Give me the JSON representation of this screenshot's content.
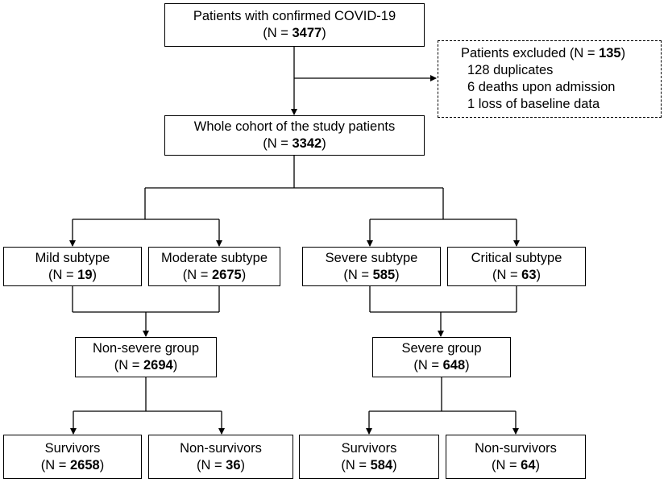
{
  "top": {
    "label": "Patients with confirmed COVID-19",
    "n": "3477"
  },
  "excluded": {
    "label": "Patients excluded",
    "n": "135",
    "reasons": [
      "128 duplicates",
      "6 deaths upon admission",
      "1 loss of baseline data"
    ]
  },
  "whole": {
    "label": "Whole cohort of the study patients",
    "n": "3342"
  },
  "mild": {
    "label": "Mild subtype",
    "n": "19"
  },
  "moderate": {
    "label": "Moderate subtype",
    "n": "2675"
  },
  "severe_subtype": {
    "label": "Severe subtype",
    "n": "585"
  },
  "critical": {
    "label": "Critical subtype",
    "n": "63"
  },
  "nonsevere_group": {
    "label": "Non-severe group",
    "n": "2694"
  },
  "severe_group": {
    "label": "Severe group",
    "n": "648"
  },
  "ns_survivors": {
    "label": "Survivors",
    "n": "2658"
  },
  "ns_nonsurvivors": {
    "label": "Non-survivors",
    "n": "36"
  },
  "s_survivors": {
    "label": "Survivors",
    "n": "584"
  },
  "s_nonsurvivors": {
    "label": "Non-survivors",
    "n": "64"
  }
}
